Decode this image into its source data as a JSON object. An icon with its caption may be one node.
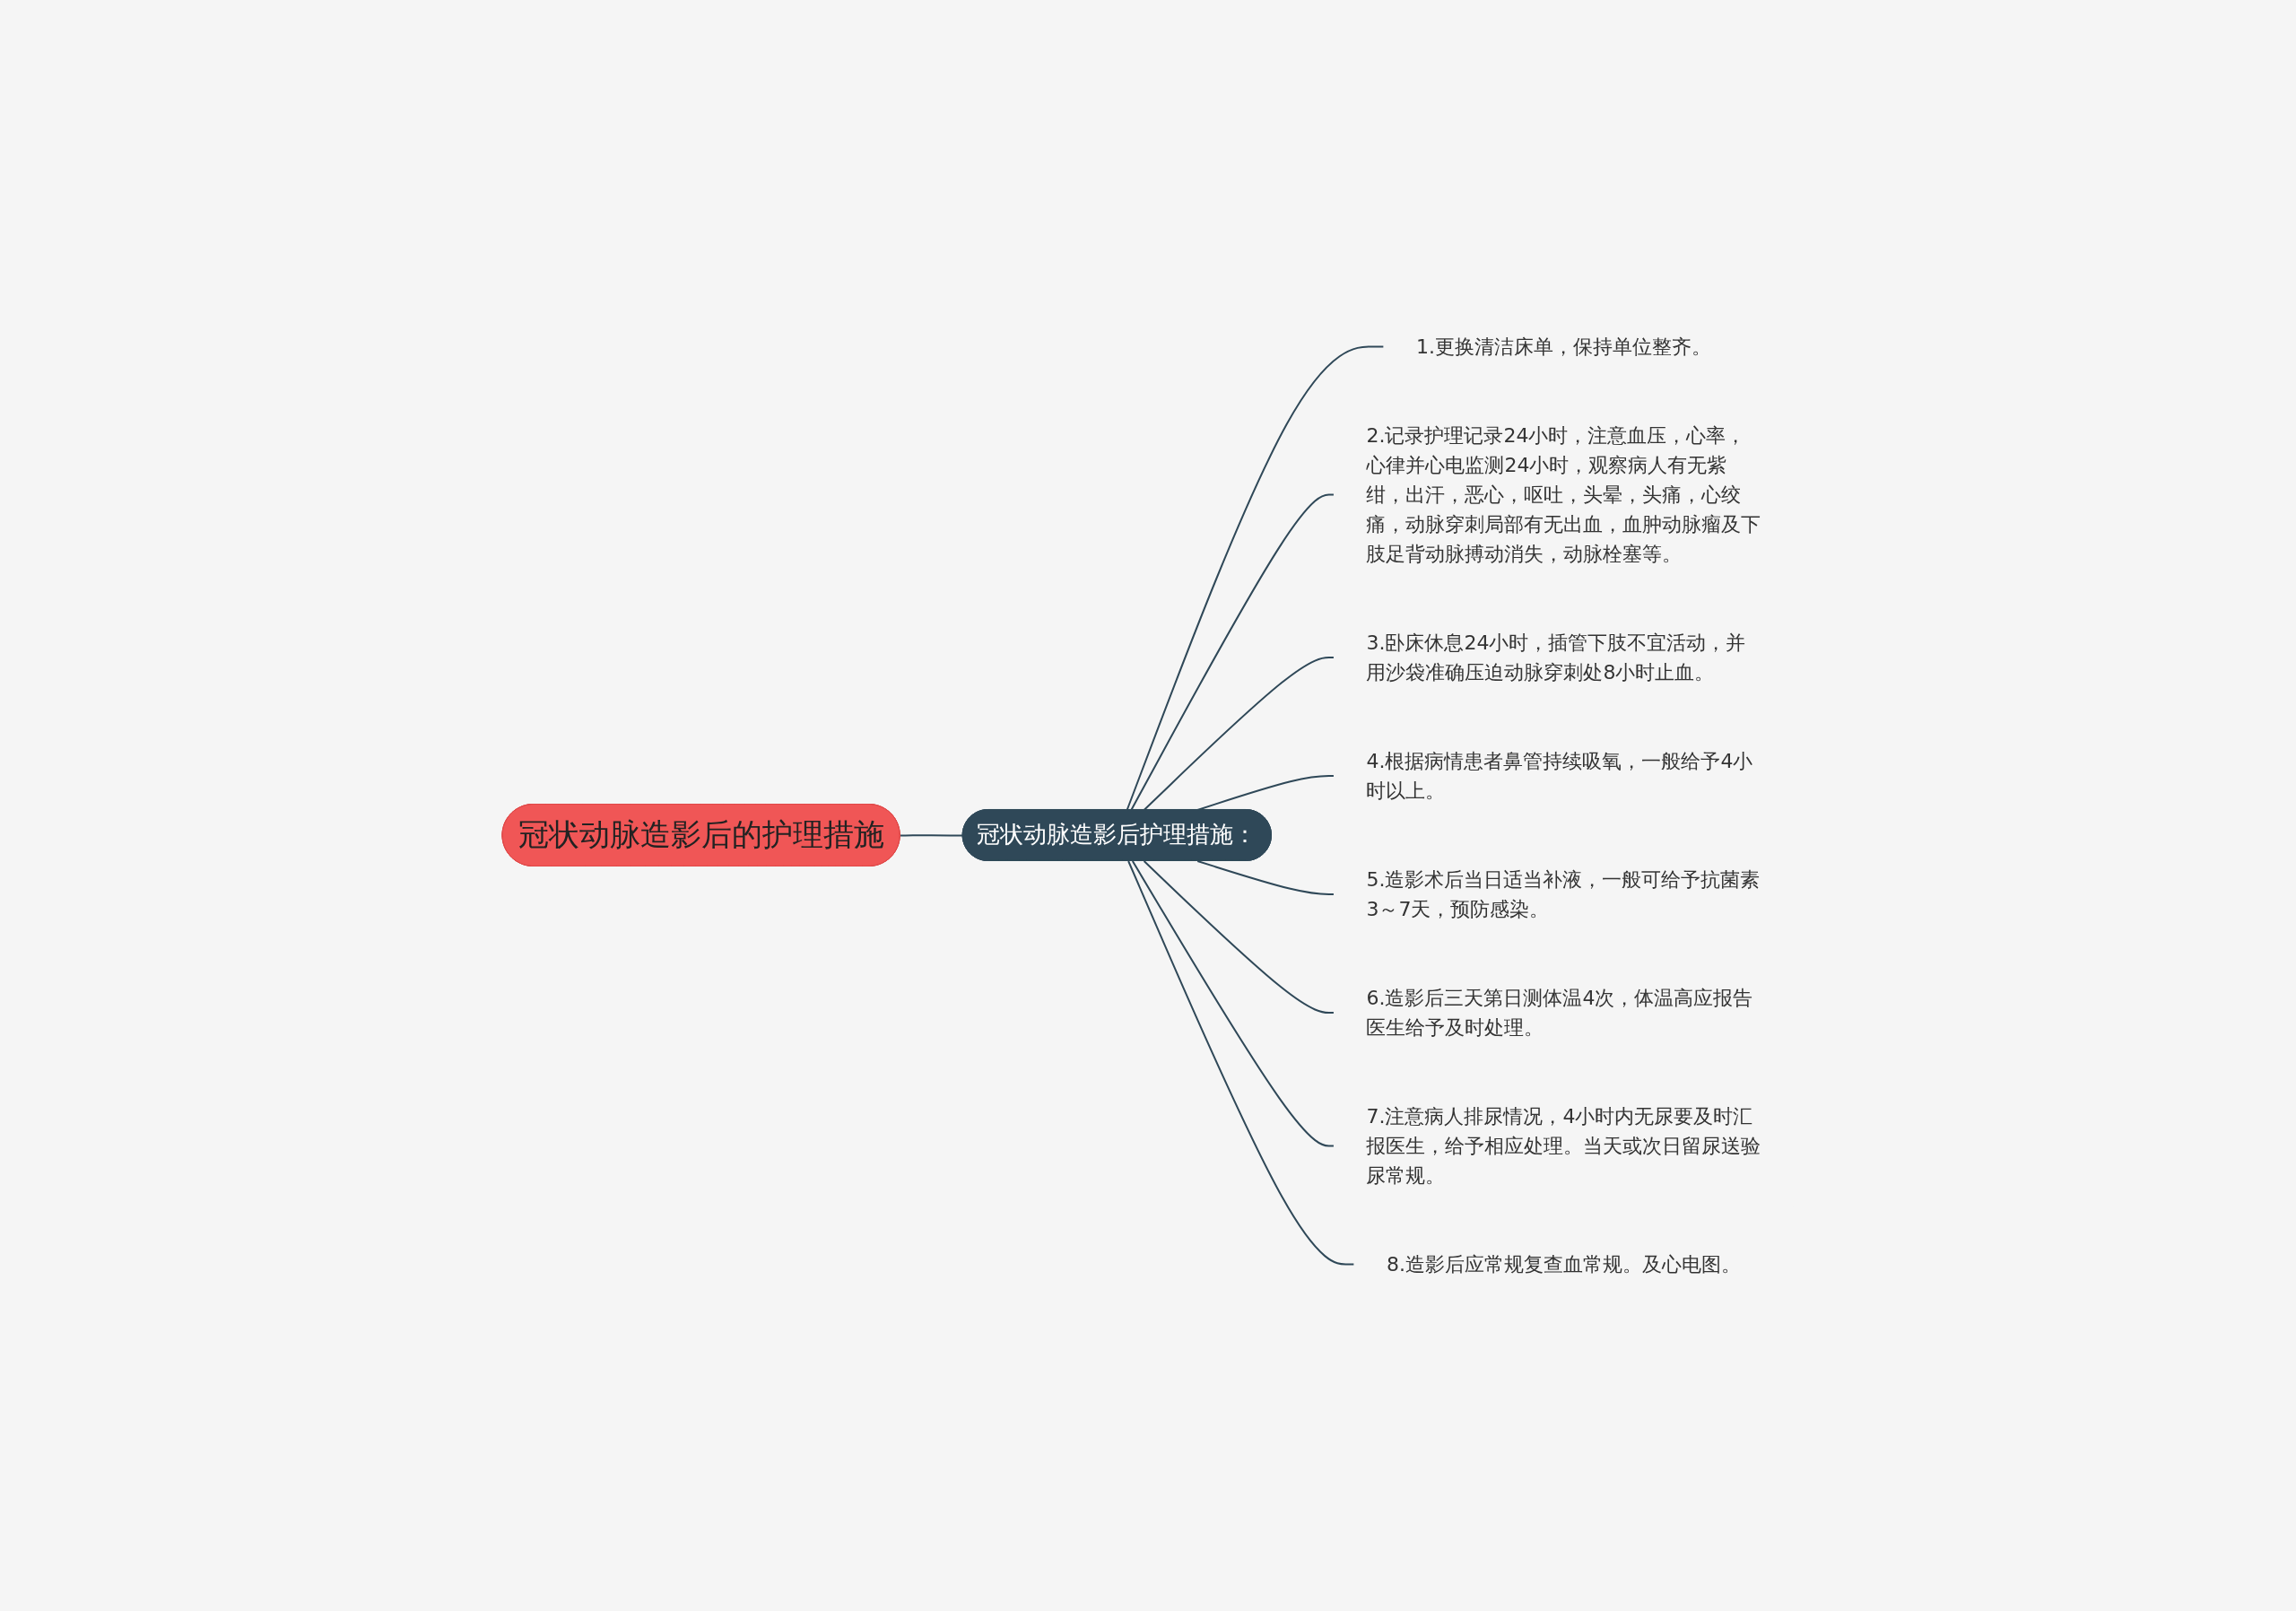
{
  "diagram": {
    "nodes": [
      {
        "text": [
          "冠状动脉造影后的护理措施"
        ]
      },
      {
        "text": [
          "冠状动脉造影后护理措施："
        ]
      },
      {
        "text": [
          "1.更换清洁床单，保持单位整齐。"
        ]
      },
      {
        "text": [
          "2.记录护理记录24小时，注意血压，心率，心律并心电监测24小时，观察病人有无紫绀，出汗，恶心，呕吐，头晕，头痛，心绞痛，动脉穿刺局部有无出血，血肿动脉瘤及下肢足背动脉搏动消失，动脉栓塞等。"
        ]
      },
      {
        "text": [
          "3.卧床休息24小时，插管下肢不宜活动，并用沙袋准确压迫动脉穿刺处8小时止血。"
        ]
      },
      {
        "text": [
          "4.根据病情患者鼻管持续吸氧，一般给予4小时以上。"
        ]
      },
      {
        "text": [
          "5.造影术后当日适当补液，一般可给予抗菌素3～7天，预防感染。"
        ]
      },
      {
        "text": [
          "6.造影后三天第日测体温4次，体温高应报告医生给予及时处理。"
        ]
      },
      {
        "text": [
          "7.注意病人排尿情况，4小时内无尿要及时汇报医生，给予相应处理。当天或次日留尿送验尿常规。"
        ]
      },
      {
        "text": [
          "8.造影后应常规复查血常规。及心电图。"
        ]
      }
    ],
    "edges": [
      {
        "from": 0,
        "to": 1,
        "arrow": "none"
      },
      {
        "from": 1,
        "to": 2,
        "arrow": "none"
      },
      {
        "from": 1,
        "to": 3,
        "arrow": "none"
      },
      {
        "from": 1,
        "to": 4,
        "arrow": "none"
      },
      {
        "from": 1,
        "to": 5,
        "arrow": "none"
      },
      {
        "from": 1,
        "to": 6,
        "arrow": "none"
      },
      {
        "from": 1,
        "to": 7,
        "arrow": "none"
      },
      {
        "from": 1,
        "to": 8,
        "arrow": "none"
      },
      {
        "from": 1,
        "to": 9,
        "arrow": "none"
      }
    ]
  }
}
